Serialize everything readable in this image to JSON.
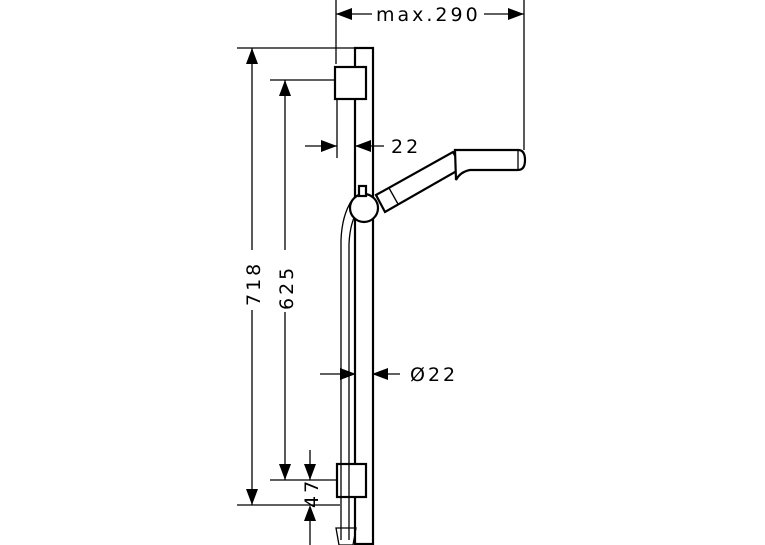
{
  "dimensions": {
    "total_height": "718",
    "bracket_spacing": "625",
    "bottom_offset": "47",
    "rail_depth": "22",
    "rail_diameter": "Ø22",
    "max_projection": "max.290"
  },
  "icons": {
    "arrowhead": "arrowhead-icon"
  }
}
